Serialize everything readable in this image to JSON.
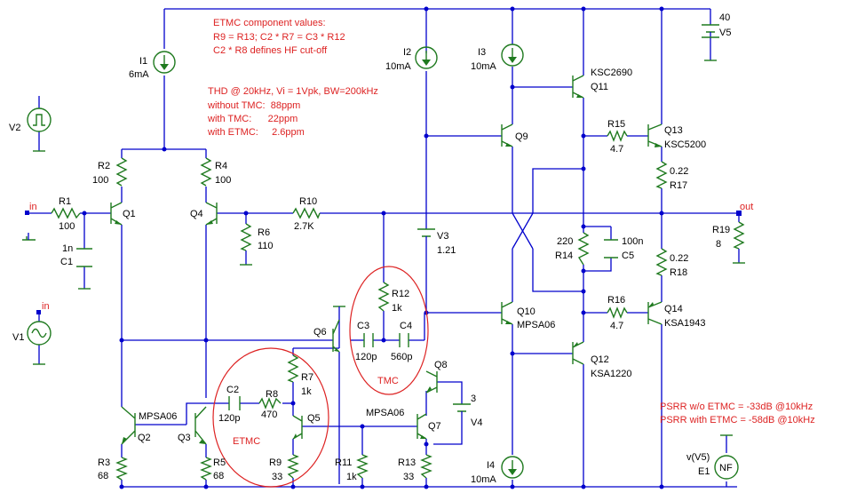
{
  "notes": {
    "etmc_title": "ETMC component values:",
    "etmc_l1": "R9 = R13; C2 * R7 = C3 * R12",
    "etmc_l2": "C2 * R8 defines HF cut-off",
    "thd_title": "THD @ 20kHz, Vi = 1Vpk, BW=200kHz",
    "thd_l1": "without TMC:  88ppm",
    "thd_l2": "with TMC:      22ppm",
    "thd_l3": "with ETMC:     2.6ppm",
    "psrr_l1": "PSRR w/o ETMC = -33dB  @10kHz",
    "psrr_l2": "PSRR with ETMC = -58dB @10kHz",
    "tmc_circle": "TMC",
    "etmc_circle": "ETMC"
  },
  "ports": {
    "in1": "in",
    "in2": "in",
    "out": "out"
  },
  "labels": {
    "I1_name": "I1",
    "I1_val": "6mA",
    "I2_name": "I2",
    "I2_val": "10mA",
    "I3_name": "I3",
    "I3_val": "10mA",
    "I4_name": "I4",
    "I4_val": "10mA",
    "V5_num": "40",
    "V5_name": "V5",
    "V2_name": "V2",
    "V1_name": "V1",
    "R1_name": "R1",
    "R1_val": "100",
    "C1_val": "1n",
    "C1_name": "C1",
    "R2_name": "R2",
    "R2_val": "100",
    "R4_name": "R4",
    "R4_val": "100",
    "Q1": "Q1",
    "Q4": "Q4",
    "R6_name": "R6",
    "R6_val": "110",
    "R10_name": "R10",
    "R10_val": "2.7K",
    "V3_name": "V3",
    "V3_val": "1.21",
    "R12_name": "R12",
    "R12_val": "1k",
    "C3_name": "C3",
    "C3_val": "120p",
    "C4_name": "C4",
    "C4_val": "560p",
    "Q6": "Q6",
    "Q9": "Q9",
    "Q11_part": "KSC2690",
    "Q11": "Q11",
    "R15_name": "R15",
    "R15_val": "4.7",
    "Q13": "Q13",
    "Q13_part": "KSC5200",
    "R17_val": "0.22",
    "R17_name": "R17",
    "R14_val": "220",
    "R14_name": "R14",
    "C5_val": "100n",
    "C5_name": "C5",
    "R18_val": "0.22",
    "R18_name": "R18",
    "R19_name": "R19",
    "R19_val": "8",
    "Q10": "Q10",
    "Q10_part": "MPSA06",
    "R16_name": "R16",
    "R16_val": "4.7",
    "Q14": "Q14",
    "Q14_part": "KSA1943",
    "Q12": "Q12",
    "Q12_part": "KSA1220",
    "Q2_part": "MPSA06",
    "Q2": "Q2",
    "Q3": "Q3",
    "R3_name": "R3",
    "R3_val": "68",
    "R5_name": "R5",
    "R5_val": "68",
    "C2_name": "C2",
    "C2_val": "120p",
    "R8_name": "R8",
    "R8_val": "470",
    "R7_name": "R7",
    "R7_val": "1k",
    "Q5": "Q5",
    "R9_name": "R9",
    "R9_val": "33",
    "R11_name": "R11",
    "R11_val": "1k",
    "Q7_part": "MPSA06",
    "Q7": "Q7",
    "Q8": "Q8",
    "V4_val": "3",
    "V4_name": "V4",
    "R13_name": "R13",
    "R13_val": "33",
    "E1_expr": "v(V5)",
    "E1_name": "E1",
    "E1_sym": "NF"
  },
  "colors": {
    "wire": "#0000cc",
    "component": "#1f7a1f",
    "note": "#dd2222",
    "text": "#000000"
  }
}
